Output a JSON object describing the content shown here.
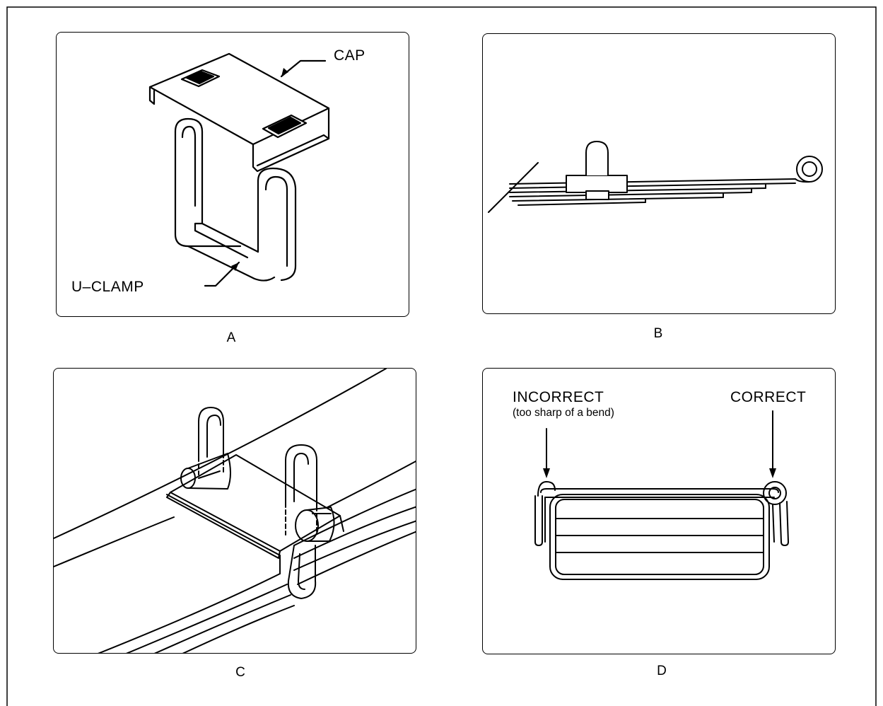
{
  "panels": {
    "a": {
      "caption": "A",
      "labels": {
        "cap": "CAP",
        "uclamp": "U–CLAMP"
      }
    },
    "b": {
      "caption": "B"
    },
    "c": {
      "caption": "C"
    },
    "d": {
      "caption": "D",
      "labels": {
        "incorrect": "INCORRECT",
        "incorrect_note": "(too sharp of a bend)",
        "correct": "CORRECT"
      }
    }
  }
}
